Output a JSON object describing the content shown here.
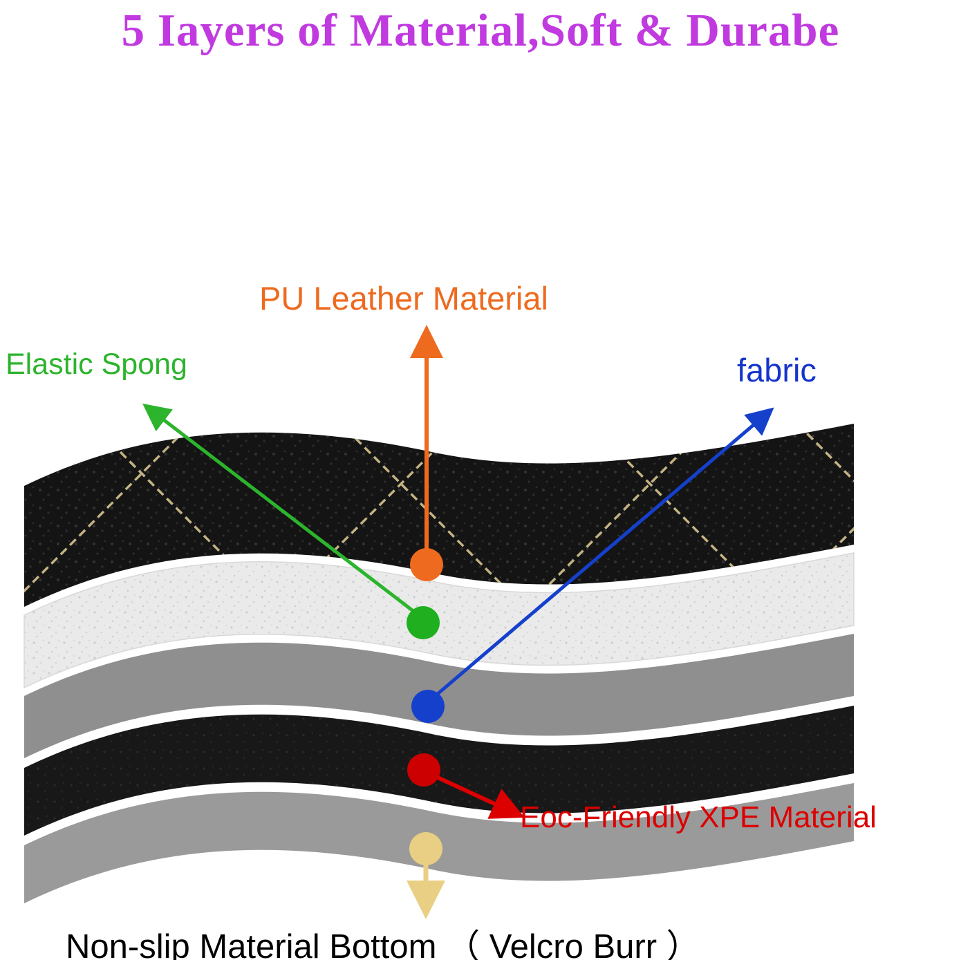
{
  "title": {
    "text": "5 Iayers of Material,Soft & Durabe",
    "color": "#c13ae0"
  },
  "labels": {
    "pu_leather": {
      "text": "PU Leather Material",
      "color": "#ee6a1f"
    },
    "elastic_sponge": {
      "text": "Elastic Spong",
      "color": "#2cb42c"
    },
    "fabric": {
      "text": "fabric",
      "color": "#1534cc"
    },
    "xpe": {
      "text": "Eoc-Friendly XPE Material",
      "color": "#dc0000"
    },
    "non_slip_bottom": {
      "text": "Non-slip Material Bottom （ Velcro Burr ）",
      "color": "#000000"
    }
  },
  "diagram": {
    "layer_count": 5,
    "layers": [
      {
        "name": "PU Leather Material",
        "dot_color": "#ee6a1f",
        "fill": "#141414"
      },
      {
        "name": "Elastic Spong",
        "dot_color": "#1faf1f",
        "fill": "#eaeaea"
      },
      {
        "name": "fabric",
        "dot_color": "#1540cc",
        "fill": "#8f8f8f"
      },
      {
        "name": "Eoc-Friendly XPE Material",
        "dot_color": "#cc0000",
        "fill": "#181818"
      },
      {
        "name": "Non-slip Material Bottom",
        "dot_color": "#e9cf84",
        "fill": "#9a9a9a"
      }
    ],
    "arrow_colors": {
      "orange": "#ee6a1f",
      "green": "#2cb42c",
      "blue": "#1540cc",
      "red": "#dc0000",
      "yellow": "#e9cf84"
    }
  }
}
